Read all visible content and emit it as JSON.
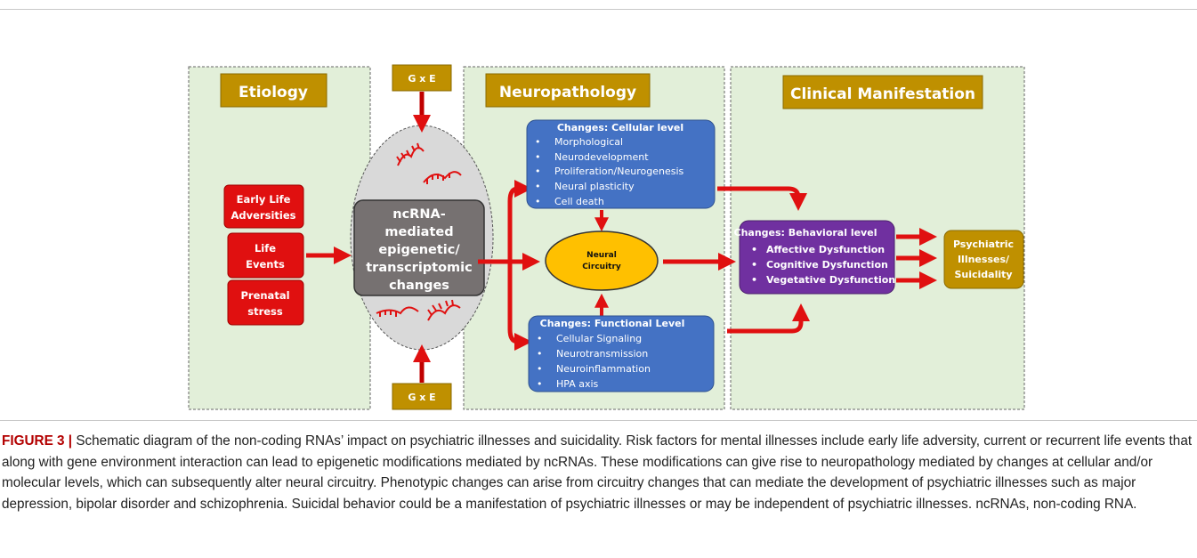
{
  "panels": {
    "etiology": "Etiology",
    "neuropathology": "Neuropathology",
    "clinical": "Clinical Manifestation"
  },
  "gxe_top": "G x E",
  "gxe_bottom": "G x E",
  "risk_factors": {
    "early_life": [
      "Early Life",
      "Adversities"
    ],
    "life_events": [
      "Life",
      "Events"
    ],
    "prenatal": [
      "Prenatal",
      "stress"
    ]
  },
  "ncrna_box": [
    "ncRNA-",
    "mediated",
    "epigenetic/",
    "transcriptomic",
    "changes"
  ],
  "cellular": {
    "title": "Changes: Cellular level",
    "items": [
      "Morphological",
      "Neurodevelopment",
      "Proliferation/Neurogenesis",
      "Neural plasticity",
      "Cell death"
    ]
  },
  "neural_circuitry": [
    "Neural",
    "Circuitry"
  ],
  "functional": {
    "title": "Changes: Functional Level",
    "items": [
      "Cellular Signaling",
      "Neurotransmission",
      "Neuroinflammation",
      "HPA axis"
    ]
  },
  "behavioral": {
    "title": "Changes: Behavioral level",
    "items": [
      "Affective Dysfunction",
      "Cognitive Dysfunction",
      "Vegetative Dysfunction"
    ]
  },
  "outcome": [
    "Psychiatric",
    "Illnesses/",
    "Suicidality"
  ],
  "bullet": "•",
  "colors": {
    "panel_fill": "#e2efd9",
    "gold": "#bf9000",
    "red": "#e01010",
    "blue": "#4472c4",
    "purple": "#7030a0",
    "yellow": "#ffc000",
    "grey": "#767171"
  },
  "caption": {
    "label": "FIGURE 3 |",
    "text": " Schematic diagram of the non-coding RNAs’ impact on psychiatric illnesses and suicidality. Risk factors for mental illnesses include early life adversity, current or recurrent life events that along with gene environment interaction can lead to epigenetic modifications mediated by ncRNAs. These modifications can give rise to neuropathology mediated by changes at cellular and/or molecular levels, which can subsequently alter neural circuitry. Phenotypic changes can arise from circuitry changes that can mediate the development of psychiatric illnesses such as major depression, bipolar disorder and schizophrenia. Suicidal behavior could be a manifestation of psychiatric illnesses or may be independent of psychiatric illnesses. ncRNAs, non-coding RNA."
  }
}
